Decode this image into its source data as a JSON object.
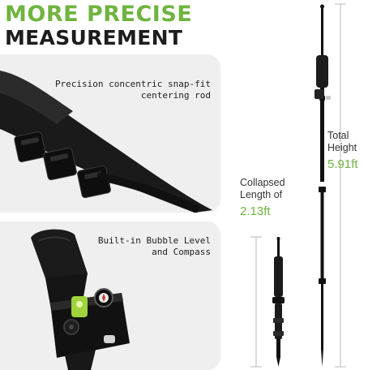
{
  "headline": {
    "line1": "MORE PRECISE",
    "line2": "MEASUREMENT"
  },
  "feature1": {
    "line1": "Precision concentric snap-fit",
    "line2": "centering rod"
  },
  "feature2": {
    "line1": "Built-in Bubble Level",
    "line2": "and  Compass"
  },
  "collapsed": {
    "label1": "Collapsed",
    "label2": "Length of",
    "value": "2.13ft"
  },
  "total": {
    "label1": "Total",
    "label2": "Height",
    "value": "5.91ft"
  },
  "colors": {
    "accent": "#6fb43f",
    "text": "#1d1d1d",
    "panel": "#efefef"
  }
}
